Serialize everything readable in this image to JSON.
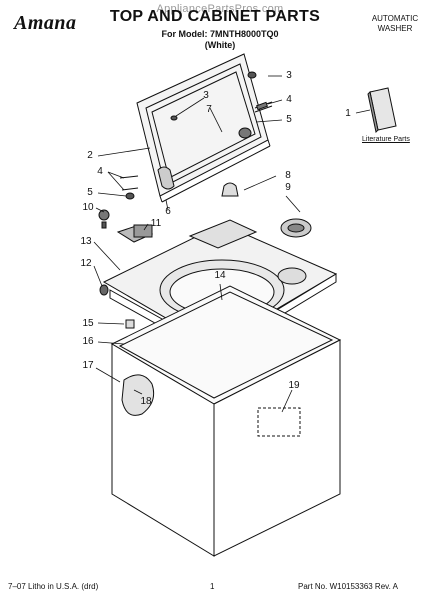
{
  "header": {
    "brand": "Amana",
    "watermark": "AppliancePartsPros.com",
    "title": "TOP AND CABINET PARTS",
    "model_line": "For Model: 7MNTH8000TQ0",
    "color_line": "(White)",
    "product_line1": "AUTOMATIC",
    "product_line2": "WASHER"
  },
  "literature_label": "Literature Parts",
  "callouts": {
    "c1": "1",
    "c2": "2",
    "c3a": "3",
    "c3b": "3",
    "c4a": "4",
    "c4b": "4",
    "c5a": "5",
    "c5b": "5",
    "c6": "6",
    "c7": "7",
    "c8": "8",
    "c9": "9",
    "c10": "10",
    "c11": "11",
    "c12": "12",
    "c13": "13",
    "c14": "14",
    "c15": "15",
    "c16": "16",
    "c17": "17",
    "c18": "18",
    "c19": "19"
  },
  "footer": {
    "left": "7–07 Litho in U.S.A. (drd)",
    "center": "1",
    "right": "Part No. W10153363 Rev. A"
  }
}
